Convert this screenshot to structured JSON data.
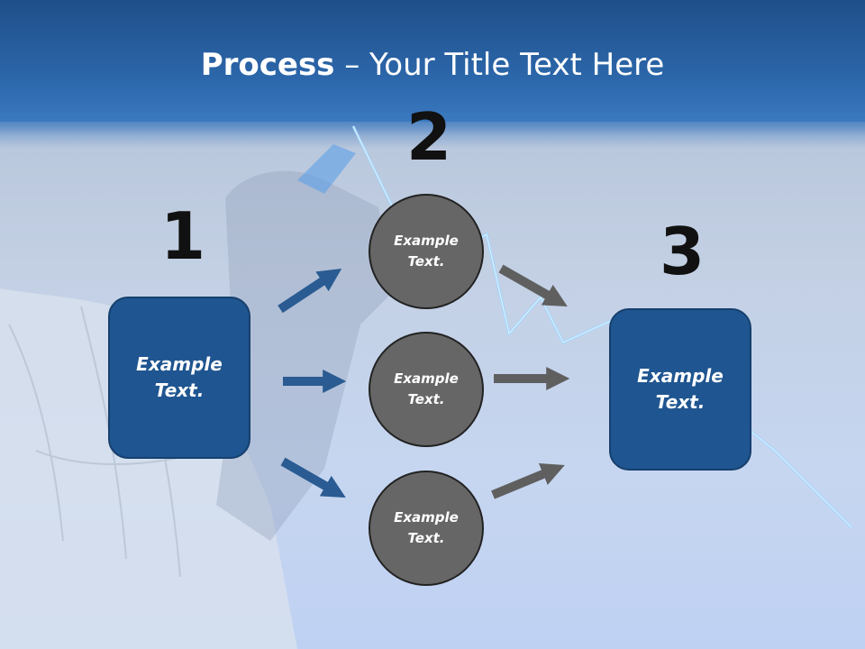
{
  "title": {
    "bold": "Process",
    "rest": " – Your Title Text Here"
  },
  "steps": [
    {
      "number": "1",
      "label_line1": "Example",
      "label_line2": "Text."
    },
    {
      "number": "2"
    },
    {
      "number": "3",
      "label_line1": "Example",
      "label_line2": "Text."
    }
  ],
  "circles": [
    {
      "line1": "Example",
      "line2": "Text."
    },
    {
      "line1": "Example",
      "line2": "Text."
    },
    {
      "line1": "Example",
      "line2": "Text."
    }
  ],
  "colors": {
    "box_fill": "#1f5590",
    "circle_fill": "#666666",
    "blue_arrow": "#2a5b92",
    "gray_arrow": "#5f5f5f",
    "header": "#2d69ad"
  }
}
